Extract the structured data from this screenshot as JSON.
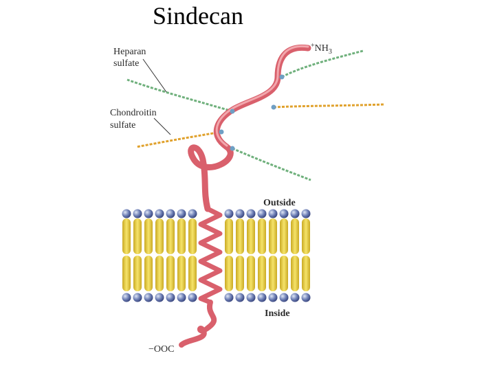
{
  "title": "Sindecan",
  "labels": {
    "heparan_line1": "Heparan",
    "heparan_line2": "sulfate",
    "chondroitin_line1": "Chondroitin",
    "chondroitin_line2": "sulfate",
    "n_term_sup": "+",
    "n_term_main": "NH",
    "n_term_sub": "3",
    "outside": "Outside",
    "inside": "Inside",
    "c_term": "−OOC"
  },
  "colors": {
    "protein": "#d9606c",
    "protein_highlight": "#f2a7ad",
    "heparan": "#6fb07c",
    "chondroitin": "#e0a12c",
    "lipid_tail": "#ecd64a",
    "lipid_head": "#5a6fa8",
    "attachment": "#6f9fc4"
  }
}
